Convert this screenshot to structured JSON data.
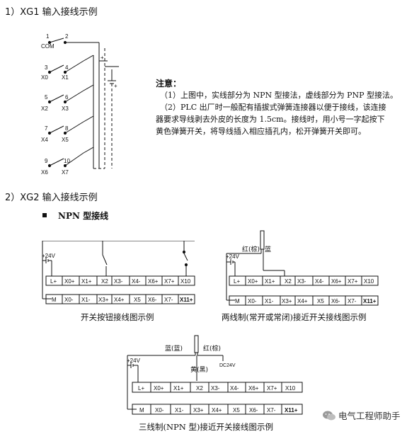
{
  "section1": {
    "title": "1）XG1 输入接线示例"
  },
  "section2": {
    "title": "2）XG2 输入接线示例",
    "subtitle": "NPN 型接线"
  },
  "note": {
    "title": "注意：",
    "lines": [
      "（1）上图中，实线部分为 NPN 型接法，虚线部分为 PNP 型接法。",
      "（2）PLC 出厂时一般配有插拔式弹簧连接器以便于接线，该连接",
      "器要求导线剥去外皮的长度为 1.5cm。接线时，用小号一字起按下",
      "黄色弹簧开关，将导线插入相应插孔内，松开弹簧开关即可。"
    ]
  },
  "xg1": {
    "pin_numbers": [
      "1",
      "2",
      "3",
      "4",
      "5",
      "6",
      "7",
      "8",
      "9",
      "10"
    ],
    "pin_labels": [
      "COM",
      "X0",
      "X1",
      "X2",
      "X3",
      "X4",
      "X5",
      "X6",
      "X7"
    ],
    "battery_plus": "+",
    "battery_plus2": "+"
  },
  "terminals": {
    "top_row": [
      "L+",
      "X0+",
      "X1+",
      "X2",
      "X3-",
      "X4-",
      "X6+",
      "X7+",
      "X10"
    ],
    "bottom_row": [
      "M",
      "X0-",
      "X1-",
      "X3+",
      "X4+",
      "X5",
      "X6-",
      "X7-",
      "X11+"
    ]
  },
  "diagrams": {
    "d1": {
      "supply": "+24V",
      "caption": "开关按钮接线图示例"
    },
    "d2": {
      "supply": "+24V",
      "wire_label": "红(棕)",
      "wire_label2": "蓝",
      "caption": "两线制(常开或常闭)接近开关接线图示例"
    },
    "d3": {
      "supply": "+24V",
      "wire_blue": "蓝(蓝)",
      "wire_red": "红(棕)",
      "wire_yellow": "黄(黑)",
      "dc": "DC24V",
      "caption": "三线制(NPN 型)接近开关接线图示例"
    }
  },
  "watermark": {
    "text": "电气工程师助手"
  }
}
